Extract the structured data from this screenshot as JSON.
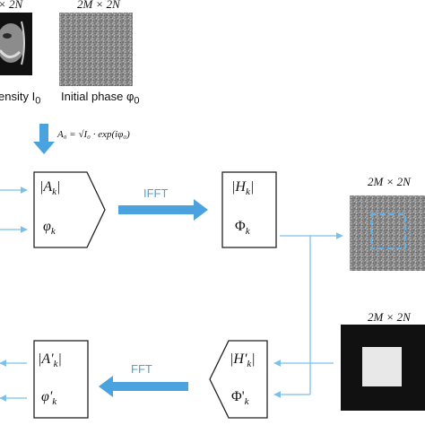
{
  "labels": {
    "size_top_left": "× 2N",
    "size_top_phase": "2M × 2N",
    "intensity_caption": "ensity I",
    "intensity_sub": "0",
    "phase_caption": "Initial phase φ",
    "phase_sub": "0",
    "formula": "A₀ = √I₀ · exp(iφ₀)",
    "ifft_label": "IFFT",
    "fft_label": "FFT",
    "size_output": "2M × 2N",
    "size_mask": "2M × 2N"
  },
  "boxes": {
    "a_k": {
      "line1": "|A",
      "line1_sub": "k",
      "line1_end": "|",
      "line2": "φ",
      "line2_sub": "k"
    },
    "h_k": {
      "line1": "|H",
      "line1_sub": "k",
      "line1_end": "|",
      "line2": "Φ",
      "line2_sub": "k"
    },
    "h_prime_k": {
      "line1": "|H'",
      "line1_sub": "k",
      "line1_end": "|",
      "line2": "Φ'",
      "line2_sub": "k"
    },
    "a_prime_k": {
      "line1": "|A'",
      "line1_sub": "k",
      "line1_end": "|",
      "line2": "φ'",
      "line2_sub": "k"
    }
  },
  "colors": {
    "arrow_blue": "#4aa3df",
    "line_blue": "#7cc0ea",
    "dashed_square": "#5ab4f0",
    "mask_black": "#111111",
    "mask_inner": "#e8e8e8"
  },
  "icons": {
    "intensity_image": "face-image",
    "phase_image": "noise-image",
    "output_image": "noise-image-with-dashed-roi",
    "mask_image": "square-aperture-mask"
  }
}
